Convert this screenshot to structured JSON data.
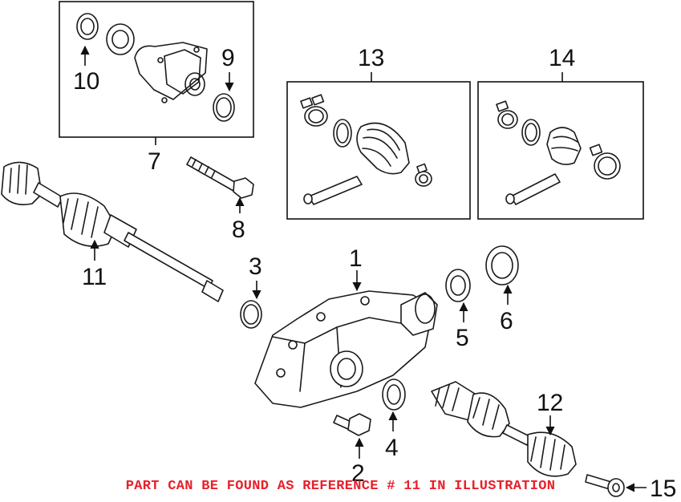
{
  "callouts": {
    "c1": "1",
    "c2": "2",
    "c3": "3",
    "c4": "4",
    "c5": "5",
    "c6": "6",
    "c7": "7",
    "c8": "8",
    "c9": "9",
    "c10": "10",
    "c11": "11",
    "c12": "12",
    "c13": "13",
    "c14": "14",
    "c15": "15"
  },
  "note": {
    "text": "PART CAN BE FOUND AS REFERENCE # 11 IN ILLUSTRATION",
    "color": "#e8202a"
  }
}
